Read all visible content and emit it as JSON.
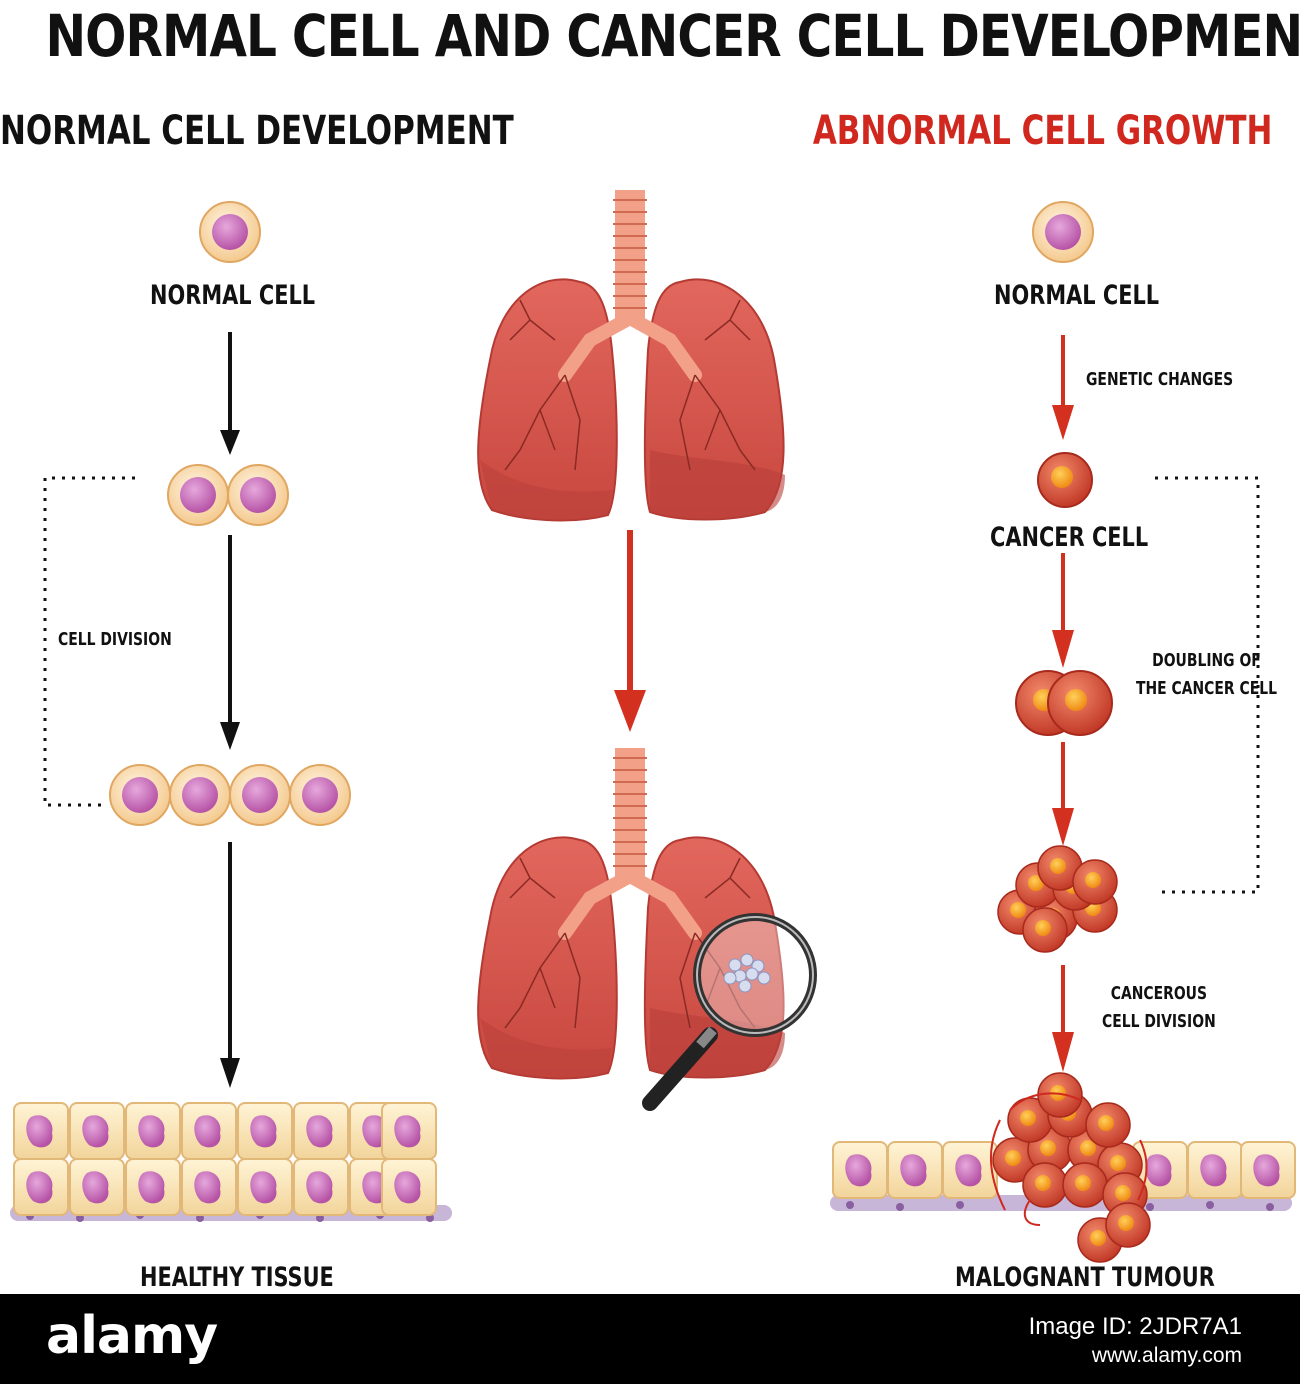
{
  "title": "NORMAL CELL AND CANCER CELL DEVELOPMENT",
  "left": {
    "heading": "NORMAL CELL DEVELOPMENT",
    "normal_cell": "NORMAL CELL",
    "cell_division": "CELL DIVISION",
    "healthy_tissue": "HEALTHY TISSUE"
  },
  "right": {
    "heading": "ABNORMAL CELL GROWTH",
    "normal_cell": "NORMAL CELL",
    "genetic_changes": "GENETIC CHANGES",
    "cancer_cell": "CANCER CELL",
    "doubling_line1": "DOUBLING OF",
    "doubling_line2": "THE CANCER CELL",
    "cancerous_line1": "CANCEROUS",
    "cancerous_line2": "CELL DIVISION",
    "malignant": "MALOGNANT TUMOUR"
  },
  "watermark": {
    "logo": "alamy",
    "image_id": "Image ID: 2JDR7A1",
    "site": "www.alamy.com"
  },
  "colors": {
    "heading_red": "#d0281e",
    "arrow_red": "#d3301f",
    "lung": "#d5544e",
    "cell_nucleus": "#c064b0",
    "cancer_cell": "#d54a36"
  }
}
